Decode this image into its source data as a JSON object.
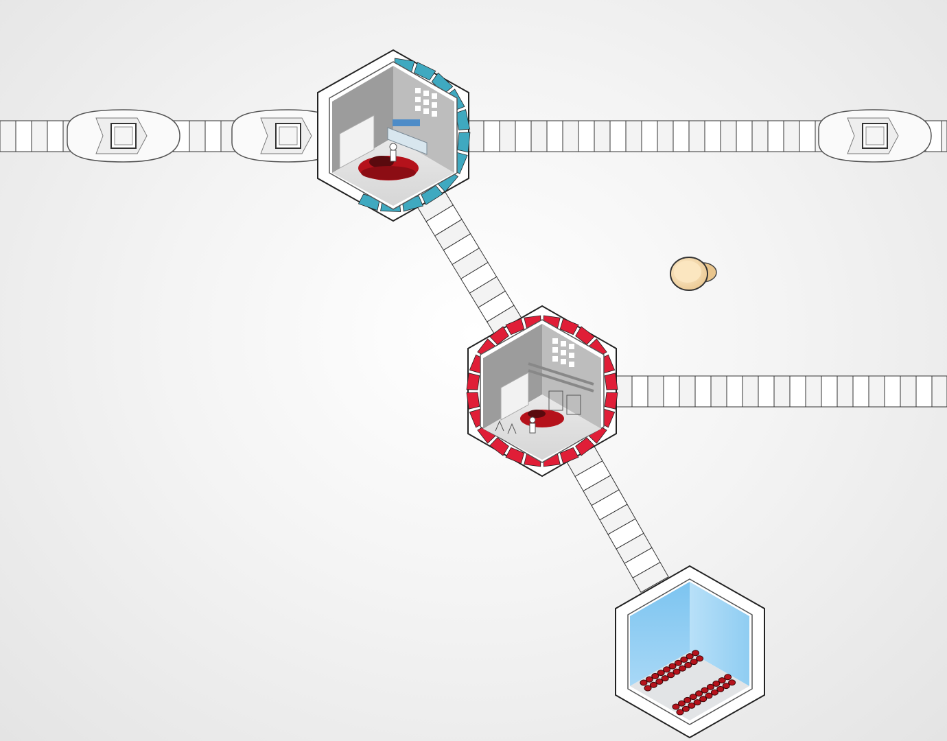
{
  "game": {
    "room_types": [
      {
        "id": "service-room",
        "accent": "#3fa9c0",
        "status": "partial-progress"
      },
      {
        "id": "workshop-room",
        "accent": "#e01e37",
        "status": "active"
      },
      {
        "id": "parts-storage-room",
        "accent": "#8cc8ee",
        "status": "empty"
      }
    ],
    "road_states": {
      "empty": "#f3f3f3",
      "filled": "#ffffff",
      "outline": "#333333"
    },
    "cars": {
      "color": "#fafafa",
      "count": 3
    },
    "service_room_progress": 0.6,
    "workshop_room_progress": 1.0,
    "collectible": {
      "type": "coin-stack",
      "color": "#f3d7a6"
    },
    "car_model_color": "#b5121b"
  }
}
